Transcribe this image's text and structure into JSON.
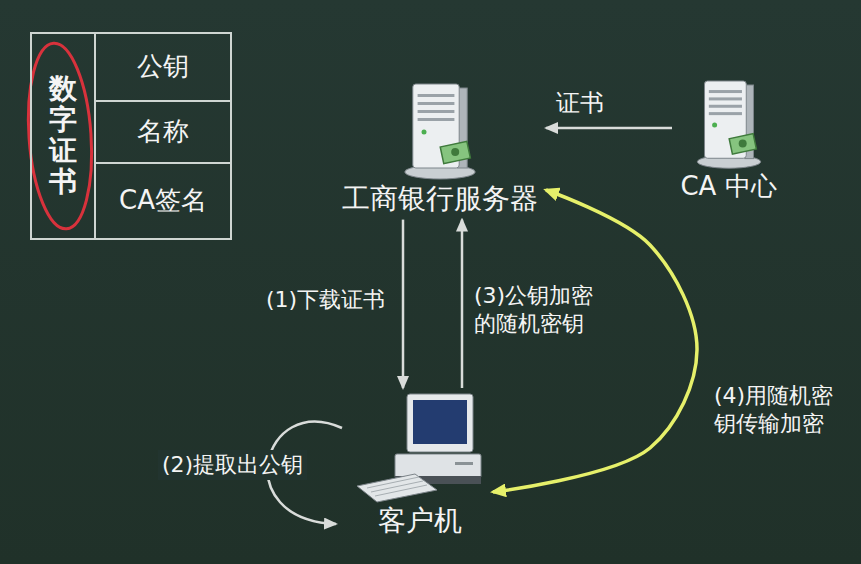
{
  "diagram": {
    "nodes": [
      {
        "text": [
          "数字证书"
        ]
      },
      {
        "text": [
          "公钥"
        ],
        "in": 0
      },
      {
        "text": [
          "名称"
        ],
        "in": 0
      },
      {
        "text": [
          "CA签名"
        ],
        "in": 0
      },
      {
        "text": [
          "工商银行服务器"
        ]
      },
      {
        "text": [
          "CA 中心"
        ]
      },
      {
        "text": [
          "客户机"
        ]
      }
    ],
    "edges": [
      {
        "from": 5,
        "to": 4,
        "arrow": "to",
        "label": "证书"
      },
      {
        "from": 4,
        "to": 6,
        "arrow": "to",
        "label": "(1)下载证书"
      },
      {
        "from": 6,
        "to": 4,
        "arrow": "to",
        "label": "(3)公钥加密 的随机密钥"
      },
      {
        "from": 4,
        "to": 6,
        "arrow": "both",
        "label": "(4)用随机密 钥传输加密"
      }
    ],
    "labels": [
      "(2)提取出公钥"
    ]
  }
}
